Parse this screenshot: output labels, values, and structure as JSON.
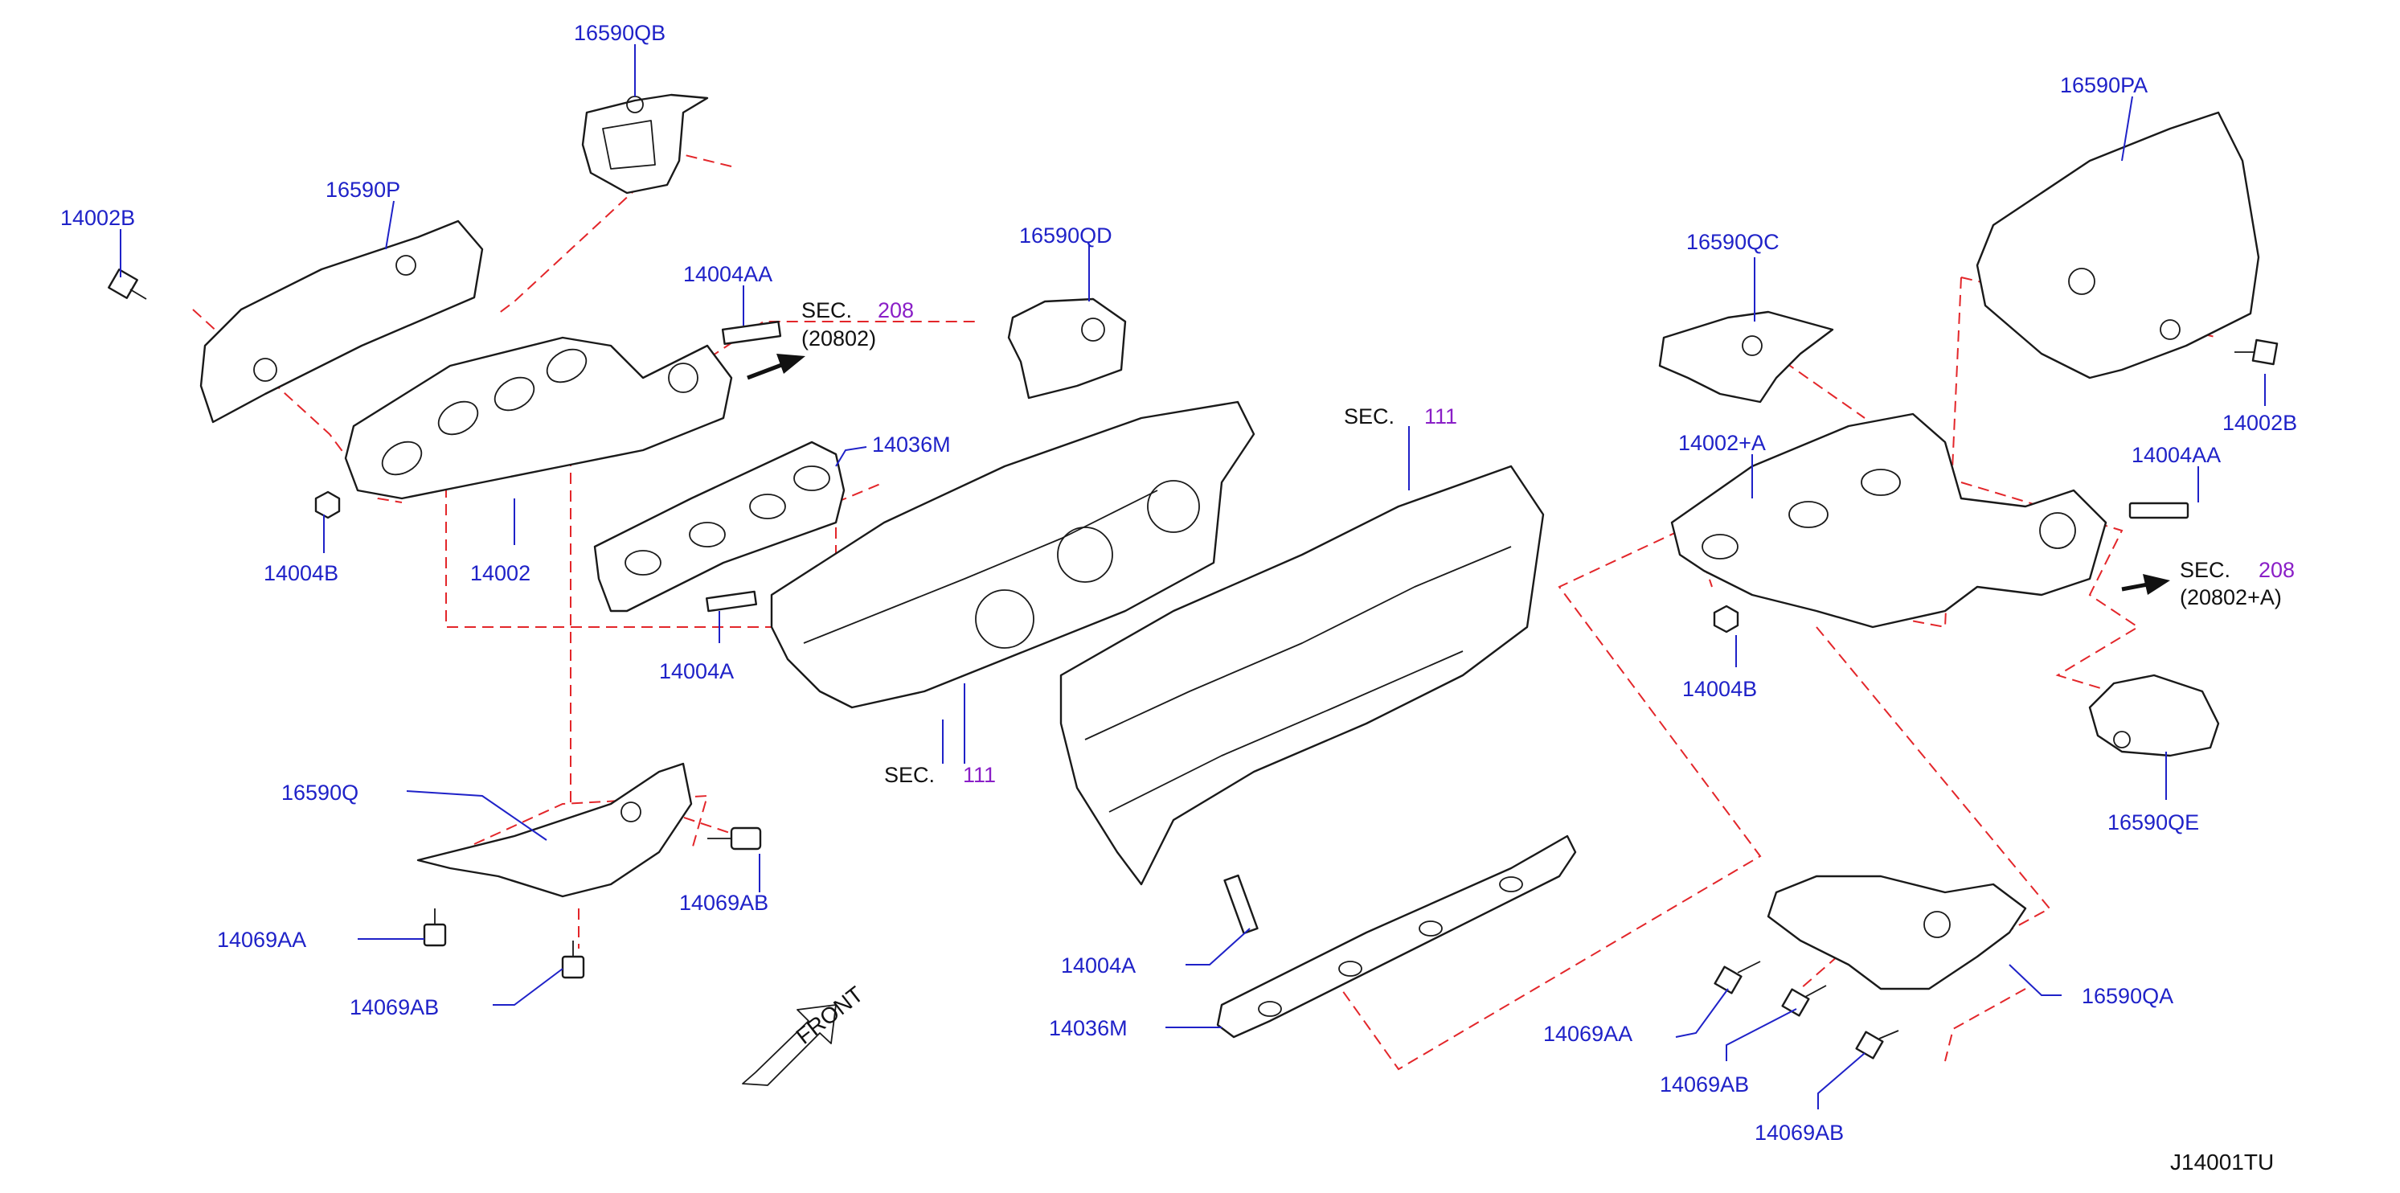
{
  "diagram_id": "J14001TU",
  "front_label": "FRONT",
  "sec_word": "SEC.",
  "sec_refs": [
    {
      "number": "208",
      "sub": "(20802)"
    },
    {
      "number": "208",
      "sub": "(20802+A)"
    },
    {
      "number": "111"
    },
    {
      "number": "111"
    }
  ],
  "part_labels": [
    "16590QB",
    "16590P",
    "14002B",
    "14004AA",
    "16590QD",
    "14036M",
    "14004B",
    "14002",
    "14004A",
    "16590Q",
    "14069AA",
    "14069AB",
    "14069AB",
    "14004A",
    "14036M",
    "16590QC",
    "16590PA",
    "14002B",
    "14004AA",
    "14002+A",
    "14004B",
    "16590QE",
    "16590QA",
    "14069AA",
    "14069AB",
    "14069AB"
  ],
  "colors": {
    "label": "#1f22c8",
    "section_number": "#8a1fc7",
    "assembly_line": "#e3262a",
    "part_outline": "#1a1a1a"
  }
}
